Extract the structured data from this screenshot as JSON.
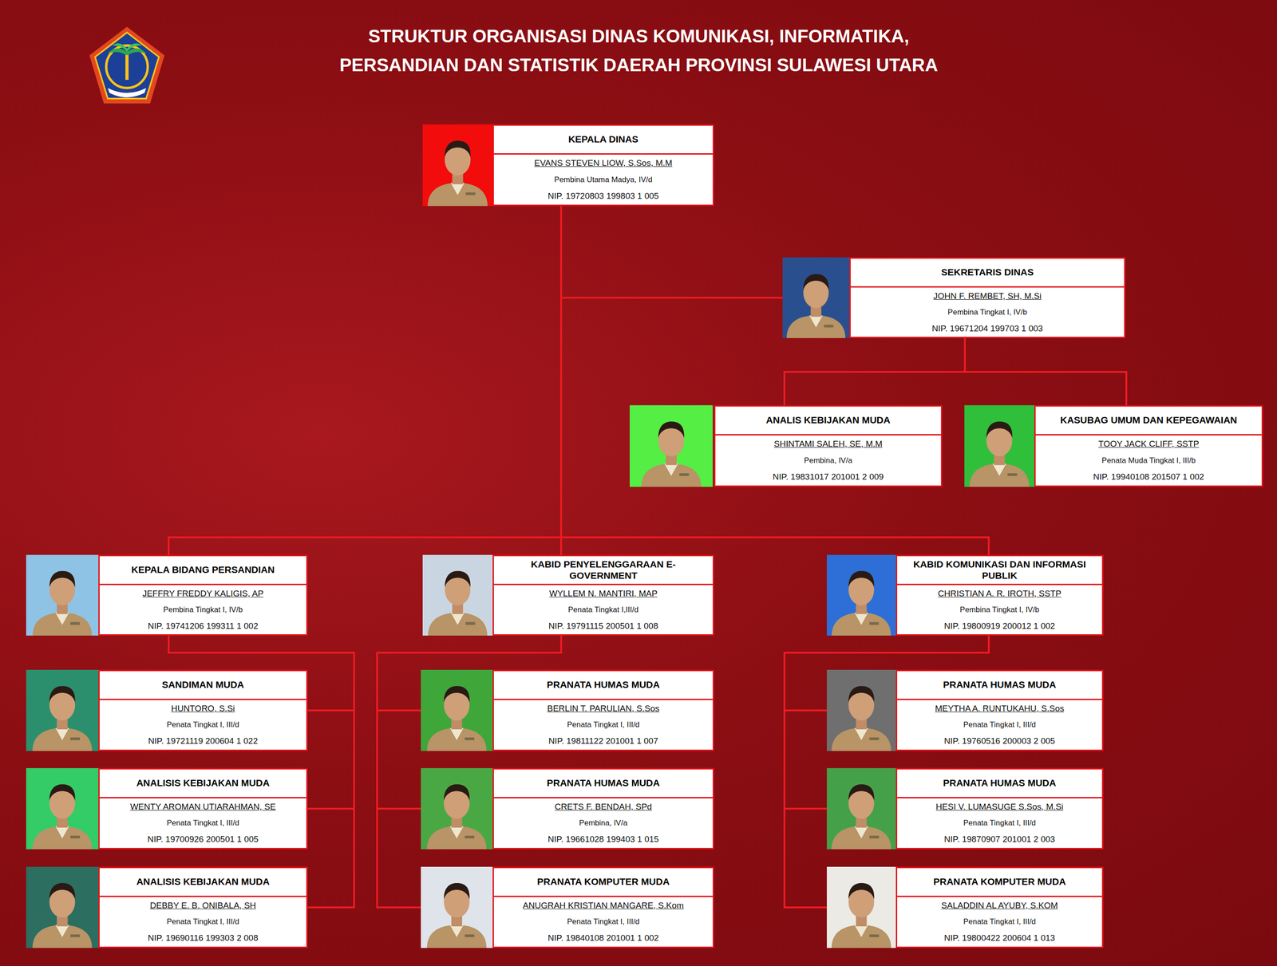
{
  "diagram": {
    "title": "STRUKTUR ORGANISASI DINAS KOMUNIKASI, INFORMATIKA, PERSANDIAN DAN STATISTIK DAERAH PROVINSI SULAWESI UTARA",
    "nodes": [
      {
        "text": [
          "KEPALA DINAS",
          "EVANS STEVEN LIOW, S.Sos, M.M",
          "Pembina Utama Madya, IV/d",
          "NIP. 19720803 199803 1 005"
        ]
      },
      {
        "text": [
          "SEKRETARIS DINAS",
          "JOHN F. REMBET, SH, M.Si",
          "Pembina Tingkat I, IV/b",
          "NIP. 19671204 199703 1 003"
        ]
      },
      {
        "text": [
          "ANALIS KEBIJAKAN MUDA",
          "SHINTAMI SALEH, SE, M.M",
          "Pembina, IV/a",
          "NIP. 19831017 201001 2 009"
        ]
      },
      {
        "text": [
          "KASUBAG UMUM DAN KEPEGAWAIAN",
          "TOOY JACK CLIFF, SSTP",
          "Penata Muda Tingkat I, III/b",
          "NIP. 19940108 201507 1 002"
        ]
      },
      {
        "text": [
          "KEPALA BIDANG PERSANDIAN",
          "JEFFRY FREDDY KALIGIS, AP",
          "Pembina Tingkat I, IV/b",
          "NIP. 19741206 199311 1 002"
        ]
      },
      {
        "text": [
          "KABID PENYELENGGARAAN E- GOVERNMENT",
          "WYLLEM N. MANTIRI, MAP",
          "Penata Tingkat I,III/d",
          "NIP. 19791115 200501 1 008"
        ]
      },
      {
        "text": [
          "KABID KOMUNIKASI DAN INFORMASI PUBLIK",
          "CHRISTIAN A. R. IROTH, SSTP",
          "Pembina Tingkat I, IV/b",
          "NIP. 19800919 200012 1 002"
        ]
      },
      {
        "text": [
          "SANDIMAN MUDA",
          "HUNTORO, S.Si",
          "Penata Tingkat I, III/d",
          "NIP. 19721119 200604 1 022"
        ]
      },
      {
        "text": [
          "ANALISIS KEBIJAKAN MUDA",
          "WENTY AROMAN UTIARAHMAN, SE",
          "Penata Tingkat I, III/d",
          "NIP. 19700926 200501 1 005"
        ]
      },
      {
        "text": [
          "ANALISIS KEBIJAKAN MUDA",
          "DEBBY E. B. ONIBALA, SH",
          "Penata Tingkat I, III/d",
          "NIP. 19690116 199303 2 008"
        ]
      },
      {
        "text": [
          "PRANATA HUMAS MUDA",
          "BERLIN T. PARULIAN, S.Sos",
          "Penata Tingkat I, III/d",
          "NIP. 19811122 201001 1 007"
        ]
      },
      {
        "text": [
          "PRANATA HUMAS MUDA",
          "CRETS F. BENDAH, SPd",
          "Pembina, IV/a",
          "NIP. 19661028 199403 1 015"
        ]
      },
      {
        "text": [
          "PRANATA KOMPUTER MUDA",
          "ANUGRAH KRISTIAN MANGARE, S.Kom",
          "Penata Tingkat I, III/d",
          "NIP. 19840108 201001 1 002"
        ]
      },
      {
        "text": [
          "PRANATA HUMAS MUDA",
          "MEYTHA A. RUNTUKAHU, S.Sos",
          "Penata Tingkat I, III/d",
          "NIP. 19760516 200003 2 005"
        ]
      },
      {
        "text": [
          "PRANATA HUMAS MUDA",
          "HESI V. LUMASUGE S.Sos, M.Si",
          "Penata Tingkat I, III/d",
          "NIP. 19870907 201001 2 003"
        ]
      },
      {
        "text": [
          "PRANATA KOMPUTER MUDA",
          "SALADDIN AL AYUBY, S.KOM",
          "Penata Tingkat I, III/d",
          "NIP. 19800422 200604 1 013"
        ]
      }
    ],
    "edges": [
      {
        "from": 0,
        "to": 1,
        "arrow": "none"
      },
      {
        "from": 0,
        "to": 4,
        "arrow": "none"
      },
      {
        "from": 0,
        "to": 5,
        "arrow": "none"
      },
      {
        "from": 0,
        "to": 6,
        "arrow": "none"
      },
      {
        "from": 1,
        "to": 2,
        "arrow": "none"
      },
      {
        "from": 1,
        "to": 3,
        "arrow": "none"
      },
      {
        "from": 4,
        "to": 7,
        "arrow": "none"
      },
      {
        "from": 4,
        "to": 8,
        "arrow": "none"
      },
      {
        "from": 4,
        "to": 9,
        "arrow": "none"
      },
      {
        "from": 5,
        "to": 10,
        "arrow": "none"
      },
      {
        "from": 5,
        "to": 11,
        "arrow": "none"
      },
      {
        "from": 5,
        "to": 12,
        "arrow": "none"
      },
      {
        "from": 6,
        "to": 13,
        "arrow": "none"
      },
      {
        "from": 6,
        "to": 14,
        "arrow": "none"
      },
      {
        "from": 6,
        "to": 15,
        "arrow": "none"
      }
    ]
  }
}
